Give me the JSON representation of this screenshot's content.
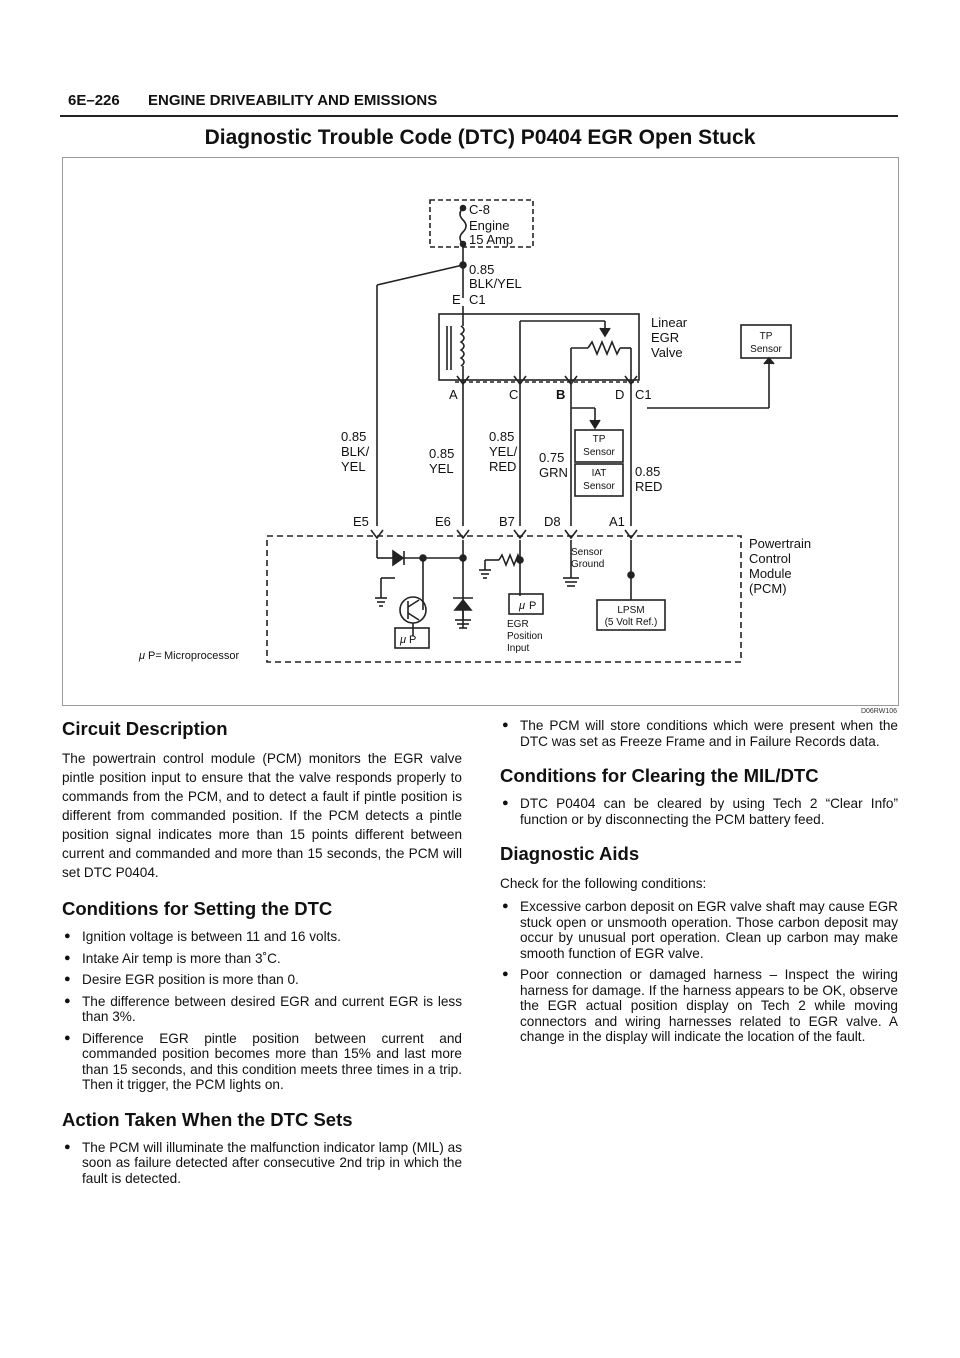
{
  "header": {
    "page_number": "6E–226",
    "section": "ENGINE DRIVEABILITY AND EMISSIONS"
  },
  "title": "Diagnostic Trouble Code (DTC) P0404 EGR Open Stuck",
  "diagram": {
    "fuse_name": "C-8",
    "fuse_line1": "Engine",
    "fuse_line2": "15 Amp",
    "wire_top_size": "0.85",
    "wire_top_color": "BLK/YEL",
    "conn_top_pin": "E",
    "conn_top_name": "C1",
    "valve_line1": "Linear",
    "valve_line2": "EGR",
    "valve_line3": "Valve",
    "tp_box_line1": "TP",
    "tp_box_line2": "Sensor",
    "pin_a": "A",
    "pin_c": "C",
    "pin_b": "B",
    "pin_d": "D",
    "conn_c1": "C1",
    "tp_inner_1": "TP",
    "tp_inner_2": "Sensor",
    "iat_inner_1": "IAT",
    "iat_inner_2": "Sensor",
    "w1_size": "0.85",
    "w1_color_1": "BLK/",
    "w1_color_2": "YEL",
    "w2_size": "0.85",
    "w2_color": "YEL",
    "w3_size": "0.85",
    "w3_color_1": "YEL/",
    "w3_color_2": "RED",
    "w4_size": "0.75",
    "w4_color": "GRN",
    "w5_size": "0.85",
    "w5_color": "RED",
    "pcm_pin_e5": "E5",
    "pcm_pin_e6": "E6",
    "pcm_pin_b7": "B7",
    "pcm_pin_d8": "D8",
    "pcm_pin_a1": "A1",
    "pcm_line1": "Powertrain",
    "pcm_line2": "Control",
    "pcm_line3": "Module",
    "pcm_line4": "(PCM)",
    "sensor_ground_1": "Sensor",
    "sensor_ground_2": "Ground",
    "up_label": "P",
    "egr_pos_1": "EGR",
    "egr_pos_2": "Position",
    "egr_pos_3": "Input",
    "lpsm_1": "LPSM",
    "lpsm_2": "(5 Volt Ref.)",
    "legend_sym": "P=",
    "legend_text": "Microprocessor",
    "drawing_id": "D06RW106"
  },
  "left_column": {
    "circuit_heading": "Circuit Description",
    "circuit_text": "The powertrain control module (PCM) monitors the EGR valve pintle position input to ensure that the valve responds properly to commands from the PCM, and to detect a fault if pintle position is different from commanded position. If the PCM detects a pintle position signal indicates more than 15 points different between current and commanded and more than 15 seconds, the PCM will set DTC P0404.",
    "setting_heading": "Conditions for Setting the DTC",
    "setting_items": [
      "Ignition voltage is between 11 and 16 volts.",
      "Intake Air temp is more than 3˚C.",
      "Desire EGR position is more than 0.",
      "The difference between desired EGR and current EGR is less than 3%.",
      "Difference EGR pintle position between current and commanded position becomes more than 15% and last more than 15 seconds, and this condition meets three times in a trip. Then it trigger, the PCM lights on."
    ],
    "action_heading": "Action Taken When the DTC Sets",
    "action_items": [
      "The PCM will illuminate the malfunction indicator lamp (MIL) as soon as failure detected after consecutive 2nd trip in which the fault is detected."
    ]
  },
  "right_column": {
    "action_items": [
      "The PCM will store conditions which were present when the DTC was set as Freeze Frame and in Failure Records data."
    ],
    "clearing_heading": "Conditions for Clearing the MIL/DTC",
    "clearing_items": [
      "DTC P0404 can be cleared by using Tech 2 “Clear Info” function or by disconnecting the PCM battery feed."
    ],
    "aids_heading": "Diagnostic Aids",
    "aids_intro": "Check for the following conditions:",
    "aids_items": [
      "Excessive carbon deposit on EGR valve shaft may cause EGR stuck open or unsmooth operation. Those carbon deposit may occur by unusual port operation. Clean up carbon may make smooth function of EGR valve.",
      "Poor connection or damaged harness – Inspect the wiring harness for damage. If the harness appears to be OK, observe the EGR actual position display on Tech 2 while moving connectors and wiring harnesses related to EGR valve. A change in the display will indicate the location of the fault."
    ]
  }
}
